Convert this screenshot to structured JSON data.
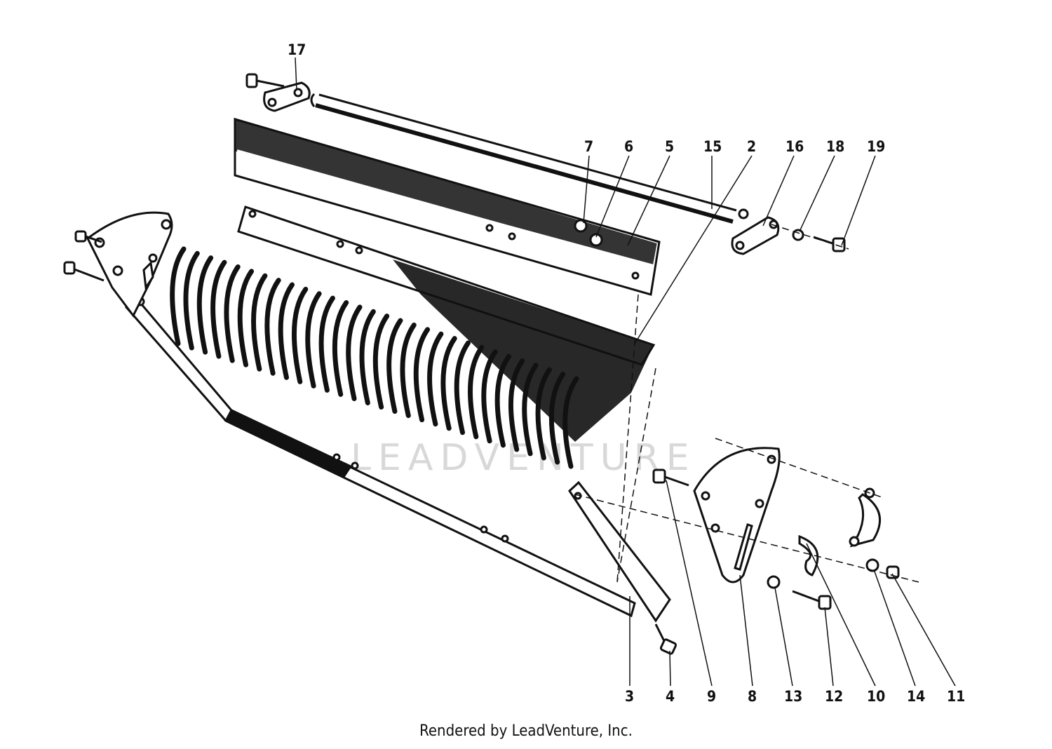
{
  "watermark": "LEADVENTURE",
  "footer": "Rendered by LeadVenture, Inc.",
  "callouts": [
    "17",
    "7",
    "6",
    "5",
    "15",
    "2",
    "16",
    "18",
    "19",
    "3",
    "4",
    "9",
    "8",
    "13",
    "12",
    "10",
    "14",
    "11"
  ],
  "colors": {
    "ink": "#111111",
    "paper": "#ffffff",
    "watermark": "#d8d8d8"
  }
}
